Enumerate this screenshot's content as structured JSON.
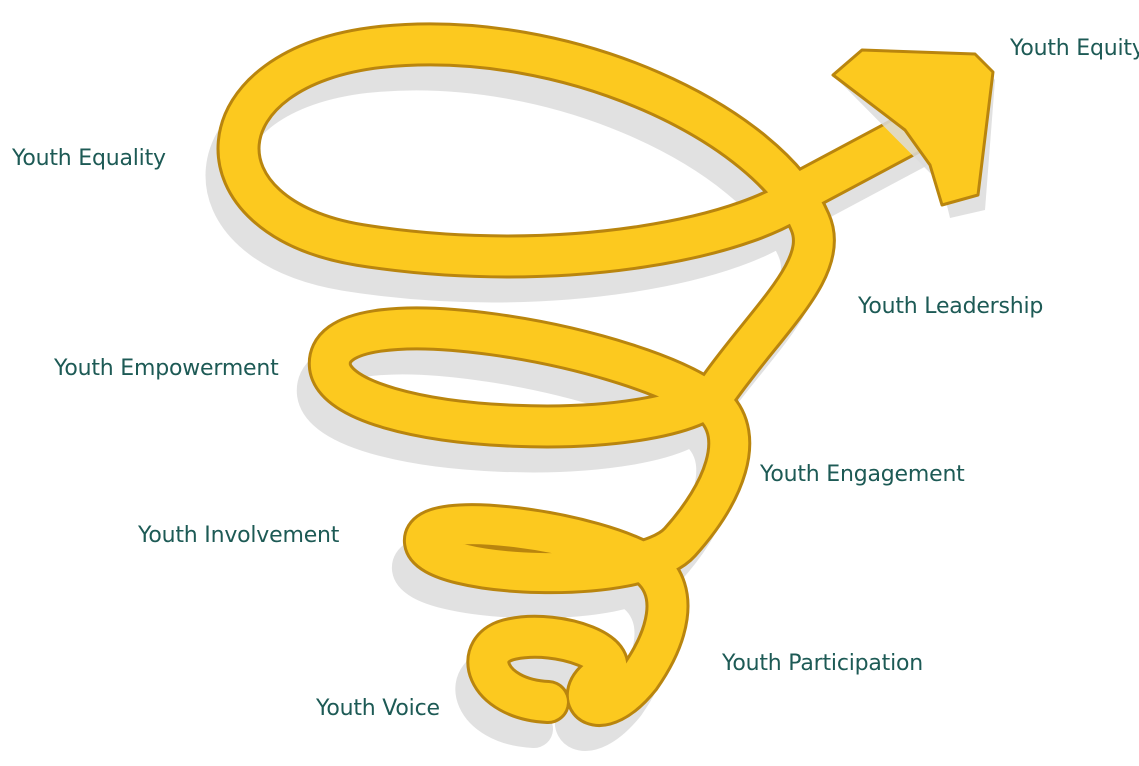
{
  "diagram": {
    "colors": {
      "spiral_fill": "#fcc91f",
      "spiral_outline": "#b9850e",
      "shadow": "#d9d9d9",
      "label_text": "#1d5a55",
      "background": "#ffffff"
    },
    "stages": [
      {
        "id": "voice",
        "label": "Youth Voice"
      },
      {
        "id": "participation",
        "label": "Youth Participation"
      },
      {
        "id": "involvement",
        "label": "Youth Involvement"
      },
      {
        "id": "engagement",
        "label": "Youth Engagement"
      },
      {
        "id": "empowerment",
        "label": "Youth Empowerment"
      },
      {
        "id": "leadership",
        "label": "Youth Leadership"
      },
      {
        "id": "equality",
        "label": "Youth Equality"
      },
      {
        "id": "equity",
        "label": "Youth Equity"
      }
    ],
    "icons": {
      "spiral": "spiral-arrow-icon"
    }
  }
}
